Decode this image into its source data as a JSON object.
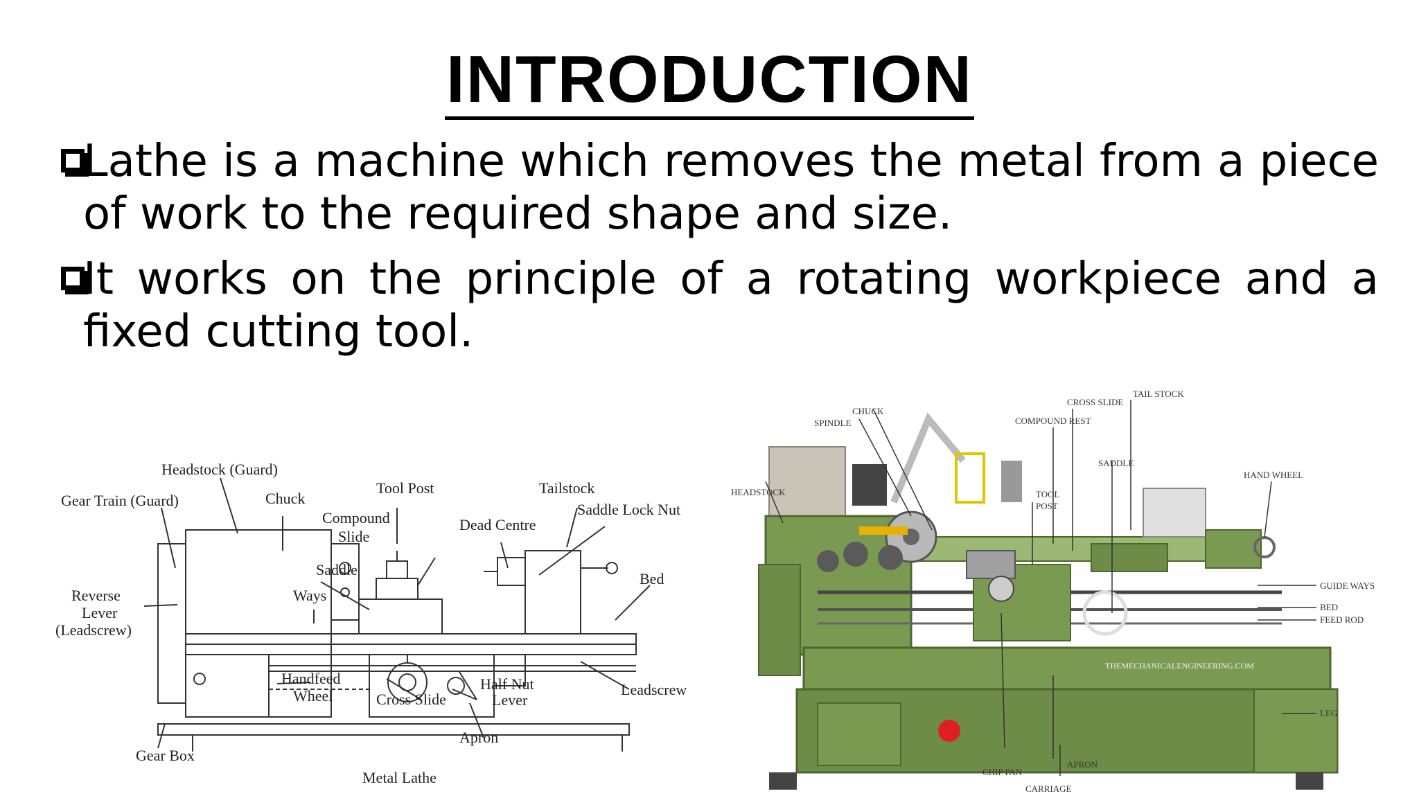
{
  "title": "INTRODUCTION",
  "bullets": [
    "Lathe is a machine which removes the metal from a piece of work to the required shape and size.",
    "It works on the principle of a rotating workpiece and a fixed cutting tool."
  ],
  "left_diagram": {
    "labels": {
      "headstock_guard": "Headstock (Guard)",
      "gear_train": "Gear Train (Guard)",
      "chuck": "Chuck",
      "tool_post": "Tool Post",
      "tailstock": "Tailstock",
      "saddle_lock_nut": "Saddle Lock Nut",
      "compound": "Compound",
      "slide": "Slide",
      "dead_centre": "Dead Centre",
      "saddle": "Saddle",
      "ways": "Ways",
      "bed": "Bed",
      "reverse": "Reverse",
      "lever": "Lever",
      "leadscrew_paren": "(Leadscrew)",
      "handfeed": "Handfeed",
      "wheel": "Wheel",
      "cross_slide": "Cross Slide",
      "half_nut": "Half Nut",
      "half_nut_lever": "Lever",
      "leadscrew": "Leadscrew",
      "gear_box": "Gear Box",
      "apron": "Apron",
      "caption": "Metal Lathe"
    }
  },
  "right_photo": {
    "labels": {
      "tail_stock": "TAIL STOCK",
      "cross_slide": "CROSS SLIDE",
      "chuck": "CHUCK",
      "spindle": "SPINDLE",
      "compound_rest": "COMPOUND REST",
      "saddle": "SADDLE",
      "hand_wheel": "HAND WHEEL",
      "headstock": "HEADSTOCK",
      "tool": "TOOL",
      "post": "POST",
      "guide_ways": "GUIDE WAYS",
      "bed": "BED",
      "feed_rod": "FEED ROD",
      "watermark": "THEMECHANICALENGINEERING.COM",
      "leg": "LEG",
      "chip_pan": "CHIP PAN",
      "apron": "APRON",
      "carriage": "CARRIAGE"
    },
    "colors": {
      "body": "#7a9a52",
      "body_dark": "#5d7a3c",
      "body_light": "#9bb874"
    }
  }
}
